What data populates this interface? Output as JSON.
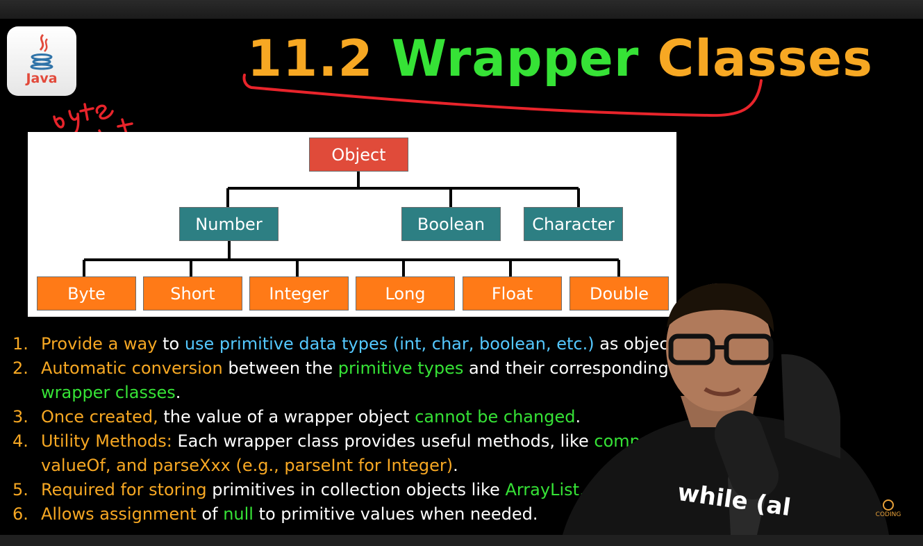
{
  "slide": {
    "logo_text": "Java",
    "title": {
      "number": "11.2",
      "word1": "Wrapper",
      "word2": "Classes"
    },
    "diagram": {
      "root": "Object",
      "level2": [
        "Number",
        "Boolean",
        "Character"
      ],
      "level3": [
        "Byte",
        "Short",
        "Integer",
        "Long",
        "Float",
        "Double"
      ]
    },
    "points": [
      {
        "num": "1.",
        "parts": [
          {
            "t": "Provide a way",
            "c": "o"
          },
          {
            "t": " to ",
            "c": "w"
          },
          {
            "t": "use primitive data types (int, char, boolean, etc.)",
            "c": "b"
          },
          {
            "t": " as objects.",
            "c": "w"
          }
        ]
      },
      {
        "num": "2.",
        "parts": [
          {
            "t": "Automatic conversion",
            "c": "o"
          },
          {
            "t": " between the ",
            "c": "w"
          },
          {
            "t": "primitive types",
            "c": "g"
          },
          {
            "t": " and their corresponding",
            "c": "w"
          }
        ],
        "cont": [
          {
            "t": "wrapper classes",
            "c": "g"
          },
          {
            "t": ".",
            "c": "w"
          }
        ]
      },
      {
        "num": "3.",
        "parts": [
          {
            "t": "Once created,",
            "c": "o"
          },
          {
            "t": " the value of a wrapper object ",
            "c": "w"
          },
          {
            "t": "cannot be changed",
            "c": "g"
          },
          {
            "t": ".",
            "c": "w"
          }
        ]
      },
      {
        "num": "4.",
        "parts": [
          {
            "t": "Utility Methods:",
            "c": "o"
          },
          {
            "t": " Each wrapper class provides useful methods, like ",
            "c": "w"
          },
          {
            "t": "compa",
            "c": "g"
          }
        ],
        "cont": [
          {
            "t": "valueOf, and parseXxx (e.g., parseInt for Integer)",
            "c": "o"
          },
          {
            "t": ".",
            "c": "w"
          }
        ]
      },
      {
        "num": "5.",
        "parts": [
          {
            "t": "Required for storing",
            "c": "o"
          },
          {
            "t": " primitives in collection objects like ",
            "c": "w"
          },
          {
            "t": "ArrayList, H",
            "c": "g"
          }
        ]
      },
      {
        "num": "6.",
        "parts": [
          {
            "t": "Allows assignment",
            "c": "o"
          },
          {
            "t": " of ",
            "c": "w"
          },
          {
            "t": "null",
            "c": "g"
          },
          {
            "t": " to primitive values when needed.",
            "c": "w"
          }
        ]
      }
    ],
    "shirt_text": "while (al",
    "watermark": "CODING"
  },
  "colors": {
    "orange": "#f7a823",
    "green": "#36e236",
    "blue": "#54c8ff",
    "annotation": "#e8242b"
  }
}
